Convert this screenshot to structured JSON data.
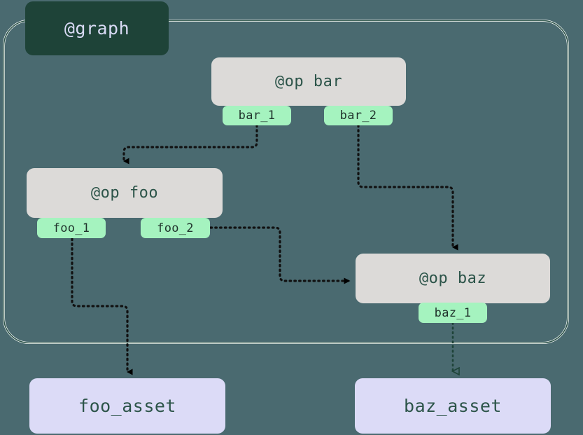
{
  "diagram": {
    "title": "@graph",
    "background_color": "#4a6a70",
    "graph_border_color": "#2c5449",
    "graph_border_highlight": "#ffffff",
    "op_fill": "#dcdad8",
    "op_text_color": "#2c5449",
    "asset_fill": "#dcdbf7",
    "port_fill": "#a5f3bf",
    "graph_label_fill": "#1e4338",
    "graph_label_text_color": "#d9dbf5",
    "edge_color": "#000000",
    "asset_edge_color": "#1e4338"
  },
  "graph_container": {
    "label": "@graph"
  },
  "ops": [
    {
      "id": "bar",
      "label": "@op bar",
      "outputs": [
        {
          "id": "bar_1",
          "label": "bar_1"
        },
        {
          "id": "bar_2",
          "label": "bar_2"
        }
      ]
    },
    {
      "id": "foo",
      "label": "@op foo",
      "outputs": [
        {
          "id": "foo_1",
          "label": "foo_1"
        },
        {
          "id": "foo_2",
          "label": "foo_2"
        }
      ]
    },
    {
      "id": "baz",
      "label": "@op baz",
      "outputs": [
        {
          "id": "baz_1",
          "label": "baz_1"
        }
      ]
    }
  ],
  "assets": [
    {
      "id": "foo_asset",
      "label": "foo_asset"
    },
    {
      "id": "baz_asset",
      "label": "baz_asset"
    }
  ],
  "edges": [
    {
      "from": "bar_1",
      "to": "foo",
      "style": "dotted",
      "arrow": "solid"
    },
    {
      "from": "bar_2",
      "to": "baz",
      "style": "dotted",
      "arrow": "solid"
    },
    {
      "from": "foo_2",
      "to": "baz",
      "style": "dotted",
      "arrow": "solid"
    },
    {
      "from": "foo_1",
      "to": "foo_asset",
      "style": "dotted",
      "arrow": "solid"
    },
    {
      "from": "baz_1",
      "to": "baz_asset",
      "style": "dotted",
      "arrow": "hollow"
    }
  ]
}
